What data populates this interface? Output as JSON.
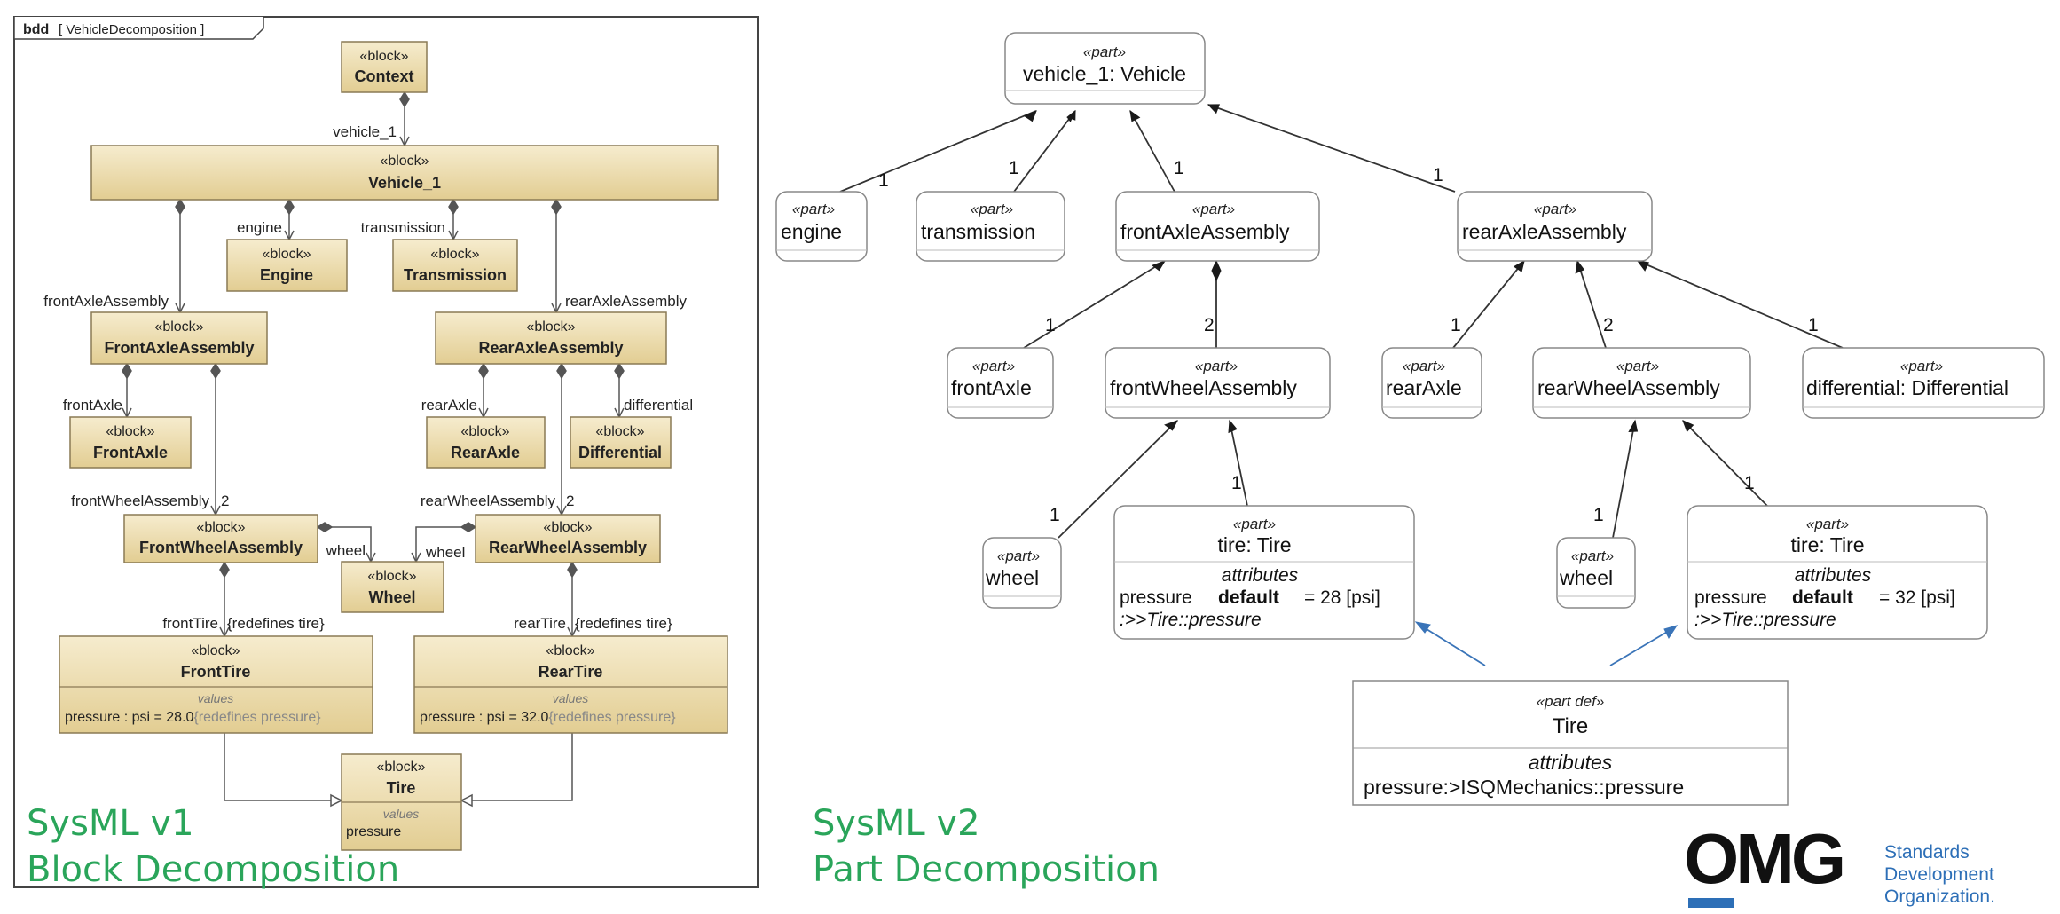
{
  "colors": {
    "block_fill": "#ecdcae",
    "heading_green": "#2aa55a",
    "omg_blue": "#2d6fb7",
    "generalization_arrow": "#3a74b8"
  },
  "v1": {
    "frame_kind": "bdd",
    "frame_name": "[ VehicleDecomposition ]",
    "stereotype": "«block»",
    "blocks": {
      "context": "Context",
      "vehicle": "Vehicle_1",
      "engine": "Engine",
      "transmission": "Transmission",
      "front_axle_assembly": "FrontAxleAssembly",
      "rear_axle_assembly": "RearAxleAssembly",
      "front_axle": "FrontAxle",
      "rear_axle": "RearAxle",
      "differential": "Differential",
      "front_wheel_assembly": "FrontWheelAssembly",
      "rear_wheel_assembly": "RearWheelAssembly",
      "wheel": "Wheel",
      "front_tire": "FrontTire",
      "rear_tire": "RearTire",
      "tire": "Tire"
    },
    "values_label": "values",
    "front_tire_value": "pressure : psi = 28.0",
    "rear_tire_value": "pressure : psi = 32.0",
    "redefines_pressure": "{redefines pressure}",
    "tire_value": "pressure",
    "roles": {
      "vehicle_1": "vehicle_1",
      "engine": "engine",
      "transmission": "transmission",
      "front_axle_assembly": "frontAxleAssembly",
      "rear_axle_assembly": "rearAxleAssembly",
      "front_axle": "frontAxle",
      "rear_axle": "rearAxle",
      "differential": "differential",
      "front_wheel_assembly": "frontWheelAssembly",
      "front_wheel_mult": "2",
      "rear_wheel_assembly": "rearWheelAssembly",
      "rear_wheel_mult": "2",
      "wheel_left": "wheel",
      "wheel_right": "wheel",
      "front_tire": "frontTire",
      "rear_tire": "rearTire",
      "redefines_tire": "{redefines tire}"
    },
    "heading_line1": "SysML v1",
    "heading_line2": "Block Decomposition"
  },
  "v2": {
    "stereotype": "«part»",
    "parts": {
      "vehicle": "vehicle_1: Vehicle",
      "engine": "engine",
      "transmission": "transmission",
      "front_axle_assembly": "frontAxleAssembly",
      "rear_axle_assembly": "rearAxleAssembly",
      "front_axle": "frontAxle",
      "front_wheel_assembly": "frontWheelAssembly",
      "rear_axle": "rearAxle",
      "rear_wheel_assembly": "rearWheelAssembly",
      "differential": "differential: Differential",
      "front_wheel": "wheel",
      "front_tire": "tire: Tire",
      "rear_wheel": "wheel",
      "rear_tire": "tire: Tire"
    },
    "attributes_label": "attributes",
    "tire_attr": {
      "name": "pressure",
      "keyword": "default"
    },
    "front_tire_value": "= 28 [psi]",
    "rear_tire_value": "= 32 [psi]",
    "subsets": ":>>Tire::pressure",
    "mult": {
      "engine": "1",
      "transmission": "1",
      "front_axle_assembly": "1",
      "rear_axle_assembly": "1",
      "front_axle": "1",
      "front_wheel_assembly": "2",
      "rear_axle": "1",
      "rear_wheel_assembly": "2",
      "differential": "1",
      "front_wheel": "1",
      "front_tire": "1",
      "rear_wheel": "1",
      "rear_tire": "1"
    },
    "def_stereotype": "«part def»",
    "def_name": "Tire",
    "def_attr": "pressure:>ISQMechanics::pressure",
    "heading_line1": "SysML v2",
    "heading_line2": "Part Decomposition"
  },
  "logo": {
    "letters": "OMG",
    "line1": "Standards",
    "line2": "Development",
    "line3": "Organization."
  }
}
